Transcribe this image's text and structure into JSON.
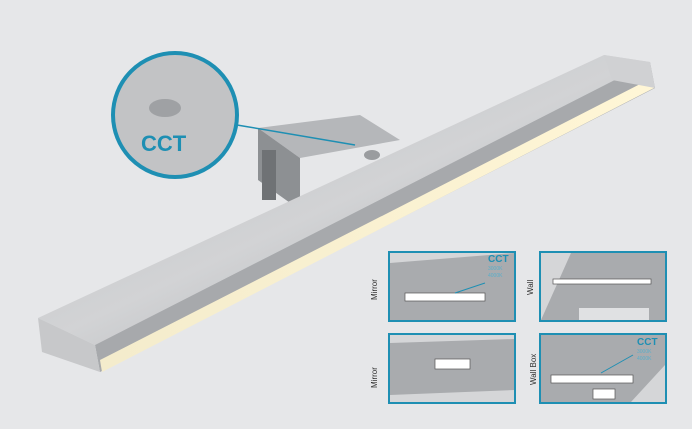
{
  "callout": {
    "label": "CCT"
  },
  "panels": [
    {
      "label": "Mirror",
      "cct": "CCT",
      "temps": [
        "3000K",
        "4000K"
      ]
    },
    {
      "label": "Wall"
    },
    {
      "label": "Mirror"
    },
    {
      "label": "Wall Box",
      "cct": "CCT",
      "temps": [
        "3000K",
        "4000K"
      ]
    }
  ],
  "colors": {
    "accent": "#1e8fb3",
    "background": "#e6e7e9"
  }
}
